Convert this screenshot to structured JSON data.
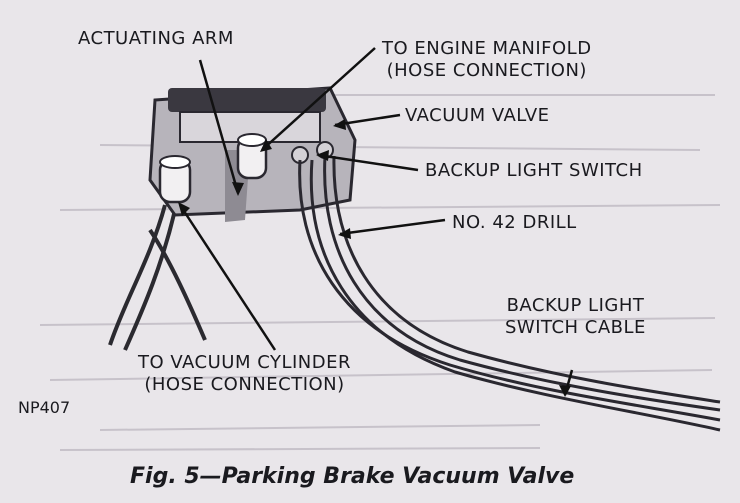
{
  "labels": {
    "actuating_arm": "ACTUATING ARM",
    "engine_manifold_line1": "TO ENGINE MANIFOLD",
    "engine_manifold_line2": "(HOSE CONNECTION)",
    "vacuum_valve": "VACUUM VALVE",
    "backup_light_switch": "BACKUP LIGHT SWITCH",
    "drill": "NO. 42 DRILL",
    "switch_cable_line1": "BACKUP LIGHT",
    "switch_cable_line2": "SWITCH CABLE",
    "vacuum_cylinder_line1": "TO VACUUM CYLINDER",
    "vacuum_cylinder_line2": "(HOSE CONNECTION)"
  },
  "figure_number": "NP407",
  "caption": "Fig. 5—Parking Brake Vacuum Valve"
}
